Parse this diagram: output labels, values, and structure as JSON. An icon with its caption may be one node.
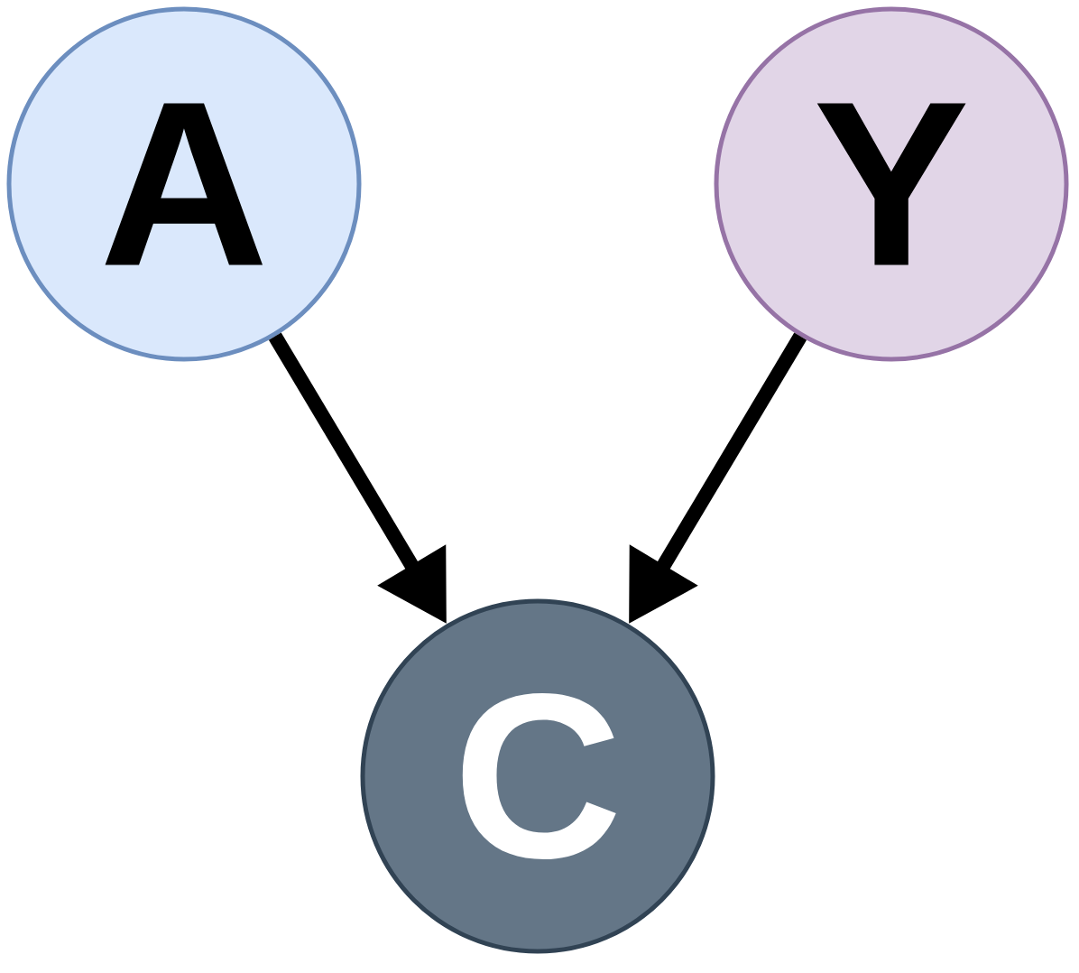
{
  "diagram": {
    "nodes": [
      {
        "text": [
          "A"
        ]
      },
      {
        "text": [
          "Y"
        ]
      },
      {
        "text": [
          "C"
        ]
      }
    ],
    "edges": [
      {
        "from": 0,
        "to": 2,
        "arrow": "to"
      },
      {
        "from": 1,
        "to": 2,
        "arrow": "to"
      }
    ]
  }
}
